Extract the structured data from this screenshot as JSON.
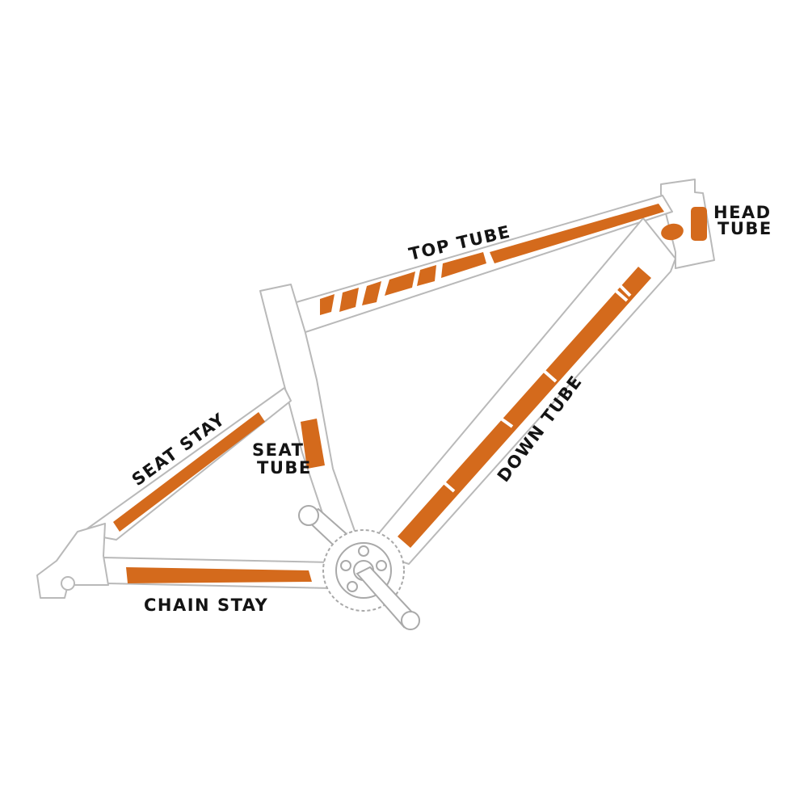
{
  "labels": {
    "top_tube": "TOP TUBE",
    "head_tube": [
      "HEAD",
      "TUBE"
    ],
    "seat_tube": [
      "SEAT",
      "TUBE"
    ],
    "seat_stay": "SEAT STAY",
    "down_tube": "DOWN TUBE",
    "chain_stay": "CHAIN STAY"
  },
  "colors": {
    "decal": "#d46a1c",
    "frame_outline": "#b9b9b9",
    "label_text": "#141414"
  }
}
